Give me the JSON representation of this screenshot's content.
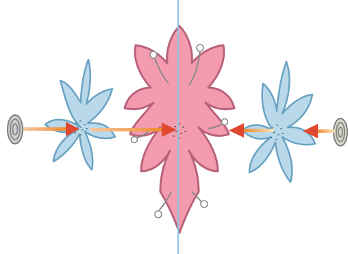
{
  "diagram": {
    "colors": {
      "background": "#ffffff",
      "blue_petal_fill": "#b9d8ea",
      "blue_petal_stroke": "#6aa3c3",
      "pink_petal_fill": "#f49bb0",
      "pink_petal_stroke": "#b9627a",
      "center_axis": "#8ec5e4",
      "arrow_fill": "#e0492f",
      "arrow_shaft_start": "#f08a2e",
      "arrow_shaft_end": "#f7c8a0",
      "coil": "#7e7e7e",
      "stamen": "#8a8a8a"
    },
    "elements": [
      {
        "name": "left-coil-source",
        "icon": "coil-disc-icon"
      },
      {
        "name": "left-blue-flower",
        "icon": "six-petal-flower-icon"
      },
      {
        "name": "central-pink-flower",
        "icon": "eight-petal-flower-icon"
      },
      {
        "name": "right-blue-flower",
        "icon": "six-petal-flower-icon"
      },
      {
        "name": "right-coil-source",
        "icon": "coil-disc-icon"
      },
      {
        "name": "vertical-symmetry-axis",
        "icon": "axis-line"
      }
    ],
    "arrows": [
      {
        "name": "arrow-left-coil-to-left-flower",
        "direction": "right"
      },
      {
        "name": "arrow-left-flower-to-center",
        "direction": "right"
      },
      {
        "name": "arrow-right-flower-to-center",
        "direction": "left"
      },
      {
        "name": "arrow-right-coil-to-right-flower",
        "direction": "left"
      }
    ]
  }
}
